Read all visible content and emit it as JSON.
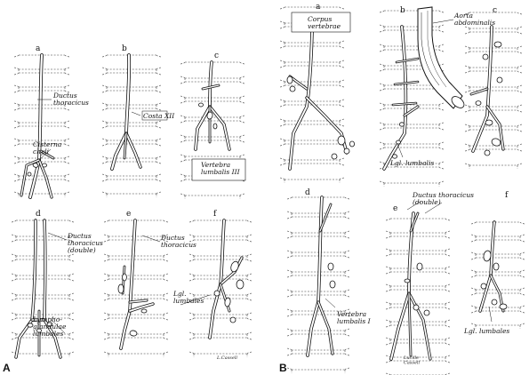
{
  "figure": {
    "part_a": {
      "letter": "A",
      "panels": [
        "a",
        "b",
        "c",
        "d",
        "e",
        "f"
      ],
      "labels": {
        "ductus_thoracicus": "Ductus\nthoracicus",
        "cisterna_chyli": "Cisterna\nchyli",
        "costa": "Costa XII",
        "vertebra": "Vertebra\nlumbalis III",
        "ductus_double": "Ductus\nthoracicus\n(double)",
        "lympho": "Lympho-\nglandulae\nlumbales",
        "ductus_e": "Ductus\nthoracicus",
        "lgl": "Lgl.\nlumbales",
        "signature": "L.Cassell"
      }
    },
    "part_b": {
      "letter": "B",
      "panels": [
        "a",
        "b",
        "c",
        "d",
        "e",
        "f"
      ],
      "labels": {
        "corpus": "Corpus\nvertebrae",
        "aorta": "Aorta\nabdominalis",
        "lgl_lumbalis": "Lgl. lumbalis",
        "vertebra_d": "Vertebra\nlumbalis I",
        "ductus_double": "Ductus thoracicus\n(double)",
        "lgl_lumbales": "Lgl. lumbales",
        "signature": "Lucille\nCassell"
      }
    }
  }
}
